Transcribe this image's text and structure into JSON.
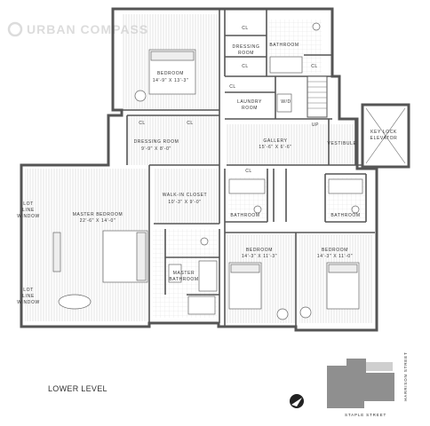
{
  "watermark": "URBAN COMPASS",
  "level_title": "LOWER LEVEL",
  "streets": {
    "side": "HARRISON STREET",
    "bottom": "STAPLE STREET"
  },
  "rooms": {
    "bedroom_top": {
      "name": "BEDROOM",
      "dims": "14'-9\" X 13'-3\""
    },
    "dressing_top": {
      "name": "DRESSING",
      "name2": "ROOM"
    },
    "bathroom_top": {
      "name": "BATHROOM"
    },
    "laundry": {
      "name": "LAUNDRY",
      "name2": "ROOM"
    },
    "dressing_mid": {
      "name": "DRESSING ROOM",
      "dims": "9'-9\" X 8'-0\""
    },
    "gallery": {
      "name": "GALLERY",
      "dims": "15'-6\" X 6'-6\""
    },
    "vestibule": {
      "name": "VESTIBULE"
    },
    "elevator": {
      "name": "KEY LOCK",
      "name2": "ELEVATOR"
    },
    "walkin": {
      "name": "WALK-IN CLOSET",
      "dims": "10'-3\" X 9'-0\""
    },
    "master_bedroom": {
      "name": "MASTER BEDROOM",
      "dims": "22'-6\" X 14'-0\""
    },
    "master_bath": {
      "name": "MASTER",
      "name2": "BATHROOM"
    },
    "bath_mid": {
      "name": "BATHROOM"
    },
    "bath_right": {
      "name": "BATHROOM"
    },
    "bedroom_mid": {
      "name": "BEDROOM",
      "dims": "14'-3\" X 11'-3\""
    },
    "bedroom_right": {
      "name": "BEDROOM",
      "dims": "14'-3\" X 11'-0\""
    }
  },
  "windows": {
    "lot1": {
      "l1": "LOT",
      "l2": "LINE",
      "l3": "WINDOW"
    },
    "lot2": {
      "l1": "LOT",
      "l2": "LINE",
      "l3": "WINDOW"
    }
  },
  "marks": {
    "closet": "CL",
    "up": "UP",
    "wd": "W/D"
  }
}
